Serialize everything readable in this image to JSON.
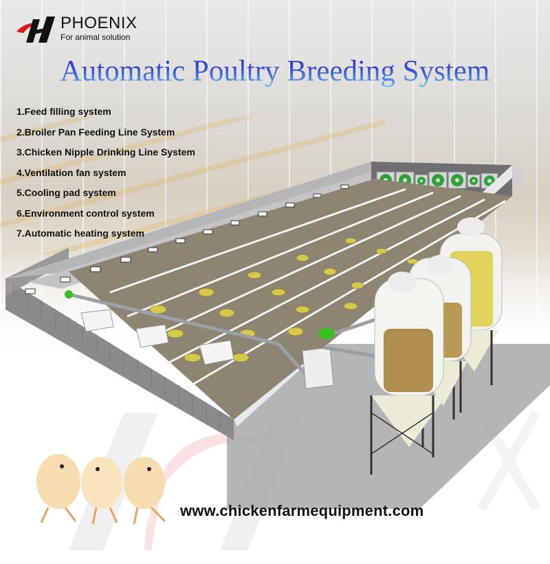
{
  "brand": {
    "name": "PHOENIX",
    "tagline": "For animal solution",
    "logo_colors": {
      "accent": "#e0141b",
      "mark": "#111111"
    }
  },
  "title": "Automatic Poultry Breeding System",
  "title_gradient": [
    "#2424c8",
    "#5aa8e8"
  ],
  "features": [
    {
      "label": "1.Feed filling system"
    },
    {
      "label": "2.Broiler Pan Feeding Line System"
    },
    {
      "label": "3.Chicken Nipple Drinking Line System"
    },
    {
      "label": "4.Ventilation fan system"
    },
    {
      "label": "5.Cooling pad system"
    },
    {
      "label": "6.Environment control system"
    },
    {
      "label": "7.Automatic heating system"
    }
  ],
  "illustration": {
    "subject": "3D cutaway of poultry house",
    "elements": [
      "ventilation-fans",
      "pan-feeding-lines",
      "feed-hoppers",
      "feed-auger-pipe",
      "feed-silos",
      "side-wall-windows"
    ],
    "fan_count": 7,
    "silo_count": 3,
    "feeding_lines": 5,
    "colors": {
      "floor": "#8d8471",
      "wall": "#a9a9ab",
      "fan_blade": "#2fa33a",
      "feeder": "#d8c84a",
      "auger_motor": "#35c21f",
      "silo": "#f2f2ee"
    }
  },
  "footer": {
    "url": "www.chickenfarmequipment.com"
  },
  "chicks_count": 3
}
